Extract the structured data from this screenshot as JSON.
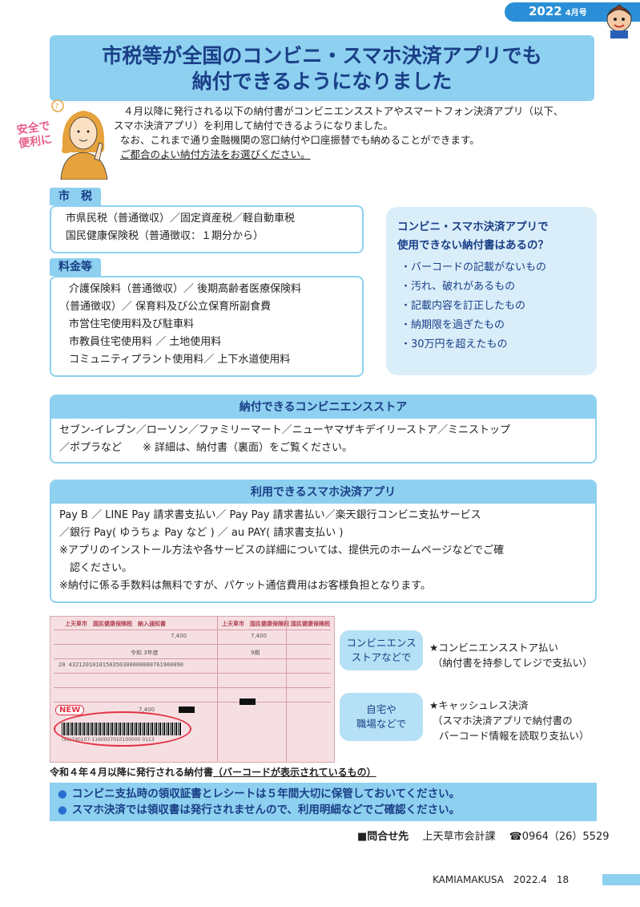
{
  "header": {
    "year": "2022",
    "month": "4月号",
    "accent_color": "#2a8fd6"
  },
  "title": {
    "line1": "市税等が全国のコンビニ・スマホ決済アプリでも",
    "line2": "納付できるようになりました"
  },
  "tagline": {
    "line1": "安全で",
    "line2": "便利に"
  },
  "intro": {
    "p1": "４月以降に発行される以下の納付書がコンビニエンスストアやスマートフォン決済アプリ（以下、",
    "p2": "スマホ決済アプリ）を利用して納付できるようになりました。",
    "p3": "なお、これまで通り金融機関の窓口納付や口座振替でも納めることができます。",
    "p4": "ご都合のよい納付方法をお選びください。"
  },
  "city_tax": {
    "tag": "市　税",
    "items": [
      "市県民税（普通徴収）／固定資産税／軽自動車税",
      "国民健康保険税（普通徴収：１期分から）"
    ]
  },
  "fees": {
    "tag": "料金等",
    "items": [
      "介護保険料（普通徴収）／ 後期高齢者医療保険料",
      "（普通徴収）／ 保育料及び公立保育所副食費",
      "市営住宅使用料及び駐車料",
      "市教員住宅使用料 ／ 土地使用料",
      "コミュニティプラント使用料／ 上下水道使用料"
    ]
  },
  "cannot_use": {
    "title1": "コンビニ・スマホ決済アプリで",
    "title2": "使用できない納付書はあるの？",
    "items": [
      "・バーコードの記載がないもの",
      "・汚れ、破れがあるもの",
      "・記載内容を訂正したもの",
      "・納期限を過ぎたもの",
      "・30万円を超えたもの"
    ]
  },
  "stores": {
    "heading": "納付できるコンビニエンスストア",
    "line1": "セブン‐イレブン／ローソン／ファミリーマート／ニューヤマザキデイリーストア／ミニストップ",
    "line2": "／ポプラなど　　※ 詳細は、納付書（裏面）をご覧ください。"
  },
  "apps": {
    "heading": "利用できるスマホ決済アプリ",
    "line1": "Pay B ／ LINE Pay 請求書支払い／ Pay Pay 請求書払い／楽天銀行コンビニ支払サービス",
    "line2": "／銀行 Pay( ゆうちょ Pay など ) ／ au PAY( 請求書支払い )",
    "line3": "※アプリのインストール方法や各サービスの詳細については、提供元のホームページなどでご確",
    "line4": "　認ください。",
    "line5": "※納付に係る手数料は無料ですが、パケット通信費用はお客様負担となります。"
  },
  "slip": {
    "title_left": "国民健康保険税　納入通知書",
    "title_mid": "国民健康保険税",
    "title_right": "国民健康保険税",
    "city": "上天草市",
    "amount": "7,400",
    "new_badge": "NEW",
    "year_label": "令和 3年度",
    "period": "9期",
    "code": "20  4321201010150350300000000761900090",
    "bar_number": "(91)190107-1160007010100000 0113"
  },
  "slip_caption": {
    "prefix": "令和４年４月以降に発行される納付書",
    "underlined": "（バーコードが表示されているもの）"
  },
  "methods": [
    {
      "pill1": "コンビニエンス",
      "pill2": "ストアなどで",
      "desc1": "★コンビニエンスストア払い",
      "desc2": "（納付書を持参してレジで支払い）"
    },
    {
      "pill1": "自宅や",
      "pill2": "職場などで",
      "desc1": "★キャッシュレス決済",
      "desc2": "（スマホ決済アプリで納付書の",
      "desc3": "バーコード情報を読取り支払い）"
    }
  ],
  "notes": [
    "コンビニ支払時の領収証書とレシートは５年間大切に保管しておいてください。",
    "スマホ決済では領収書は発行されませんので、利用明細などでご確認ください。"
  ],
  "contact": {
    "label": "■問合せ先",
    "dept": "上天草市会計課",
    "phone": "☎0964（26）5529"
  },
  "footer": {
    "magazine": "KAMIAMAKUSA",
    "issue": "2022.4",
    "page": "18"
  }
}
